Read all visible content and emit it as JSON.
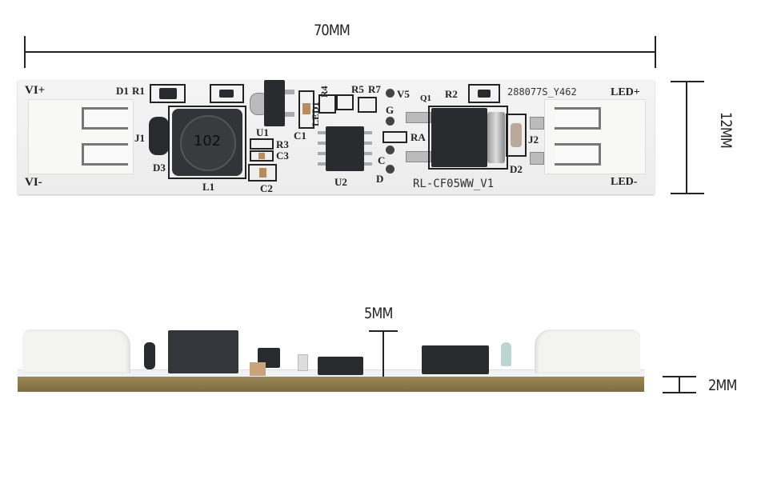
{
  "dimensions": {
    "length": "70MM",
    "width": "12MM",
    "component_height": "5MM",
    "board_thickness": "2MM"
  },
  "top_view": {
    "inductor_marking": "102",
    "silkscreen": [
      "VI+",
      "VI-",
      "D1",
      "R1",
      "J1",
      "D3",
      "L1",
      "U1",
      "R3",
      "C3",
      "C2",
      "C1",
      "LED1",
      "R4",
      "U2",
      "R5",
      "R7",
      "V5",
      "G",
      "C",
      "D",
      "RA",
      "Q1",
      "R2",
      "288077S_Y462",
      "LED+",
      "LED-",
      "J2",
      "D2",
      "RL-CF05WW_V1"
    ]
  },
  "colors": {
    "pcb_white": "#f0f0f0",
    "pcb_edge": "#8a7a4a",
    "component_black": "#2a2b2e"
  }
}
